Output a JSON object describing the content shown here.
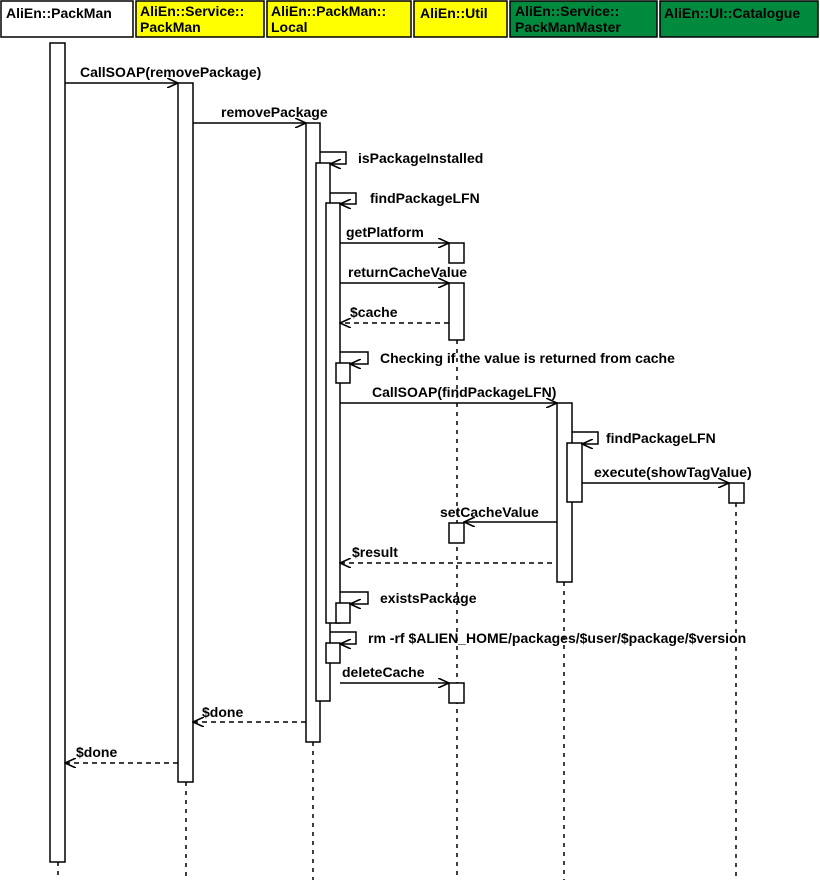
{
  "colors": {
    "white": "#ffffff",
    "yellow": "#ffff00",
    "green": "#008a3e",
    "line": "#000000"
  },
  "participants": [
    {
      "line1": "AliEn::PackMan",
      "line2": "",
      "color": "white",
      "text_color": "#000000"
    },
    {
      "line1": "AliEn::Service::",
      "line2": "PackMan",
      "color": "yellow",
      "text_color": "#000000"
    },
    {
      "line1": "AliEn::PackMan::",
      "line2": "Local",
      "color": "yellow",
      "text_color": "#000000"
    },
    {
      "line1": "AliEn::Util",
      "line2": "",
      "color": "yellow",
      "text_color": "#000000"
    },
    {
      "line1": "AliEn::Service::",
      "line2": "PackManMaster",
      "color": "green",
      "text_color": "#000000"
    },
    {
      "line1": "AliEn::UI::Catalogue",
      "line2": "",
      "color": "green",
      "text_color": "#000000"
    }
  ],
  "messages": [
    "CallSOAP(removePackage)",
    "removePackage",
    "isPackageInstalled",
    "findPackageLFN",
    "getPlatform",
    "returnCacheValue",
    "$cache",
    "Checking if the value is returned from cache",
    "CallSOAP(findPackageLFN)",
    "findPackageLFN",
    "execute(showTagValue)",
    "setCacheValue",
    "$result",
    "existsPackage",
    "rm -rf $ALIEN_HOME/packages/$user/$package/$version",
    "deleteCache",
    "$done",
    "$done"
  ]
}
